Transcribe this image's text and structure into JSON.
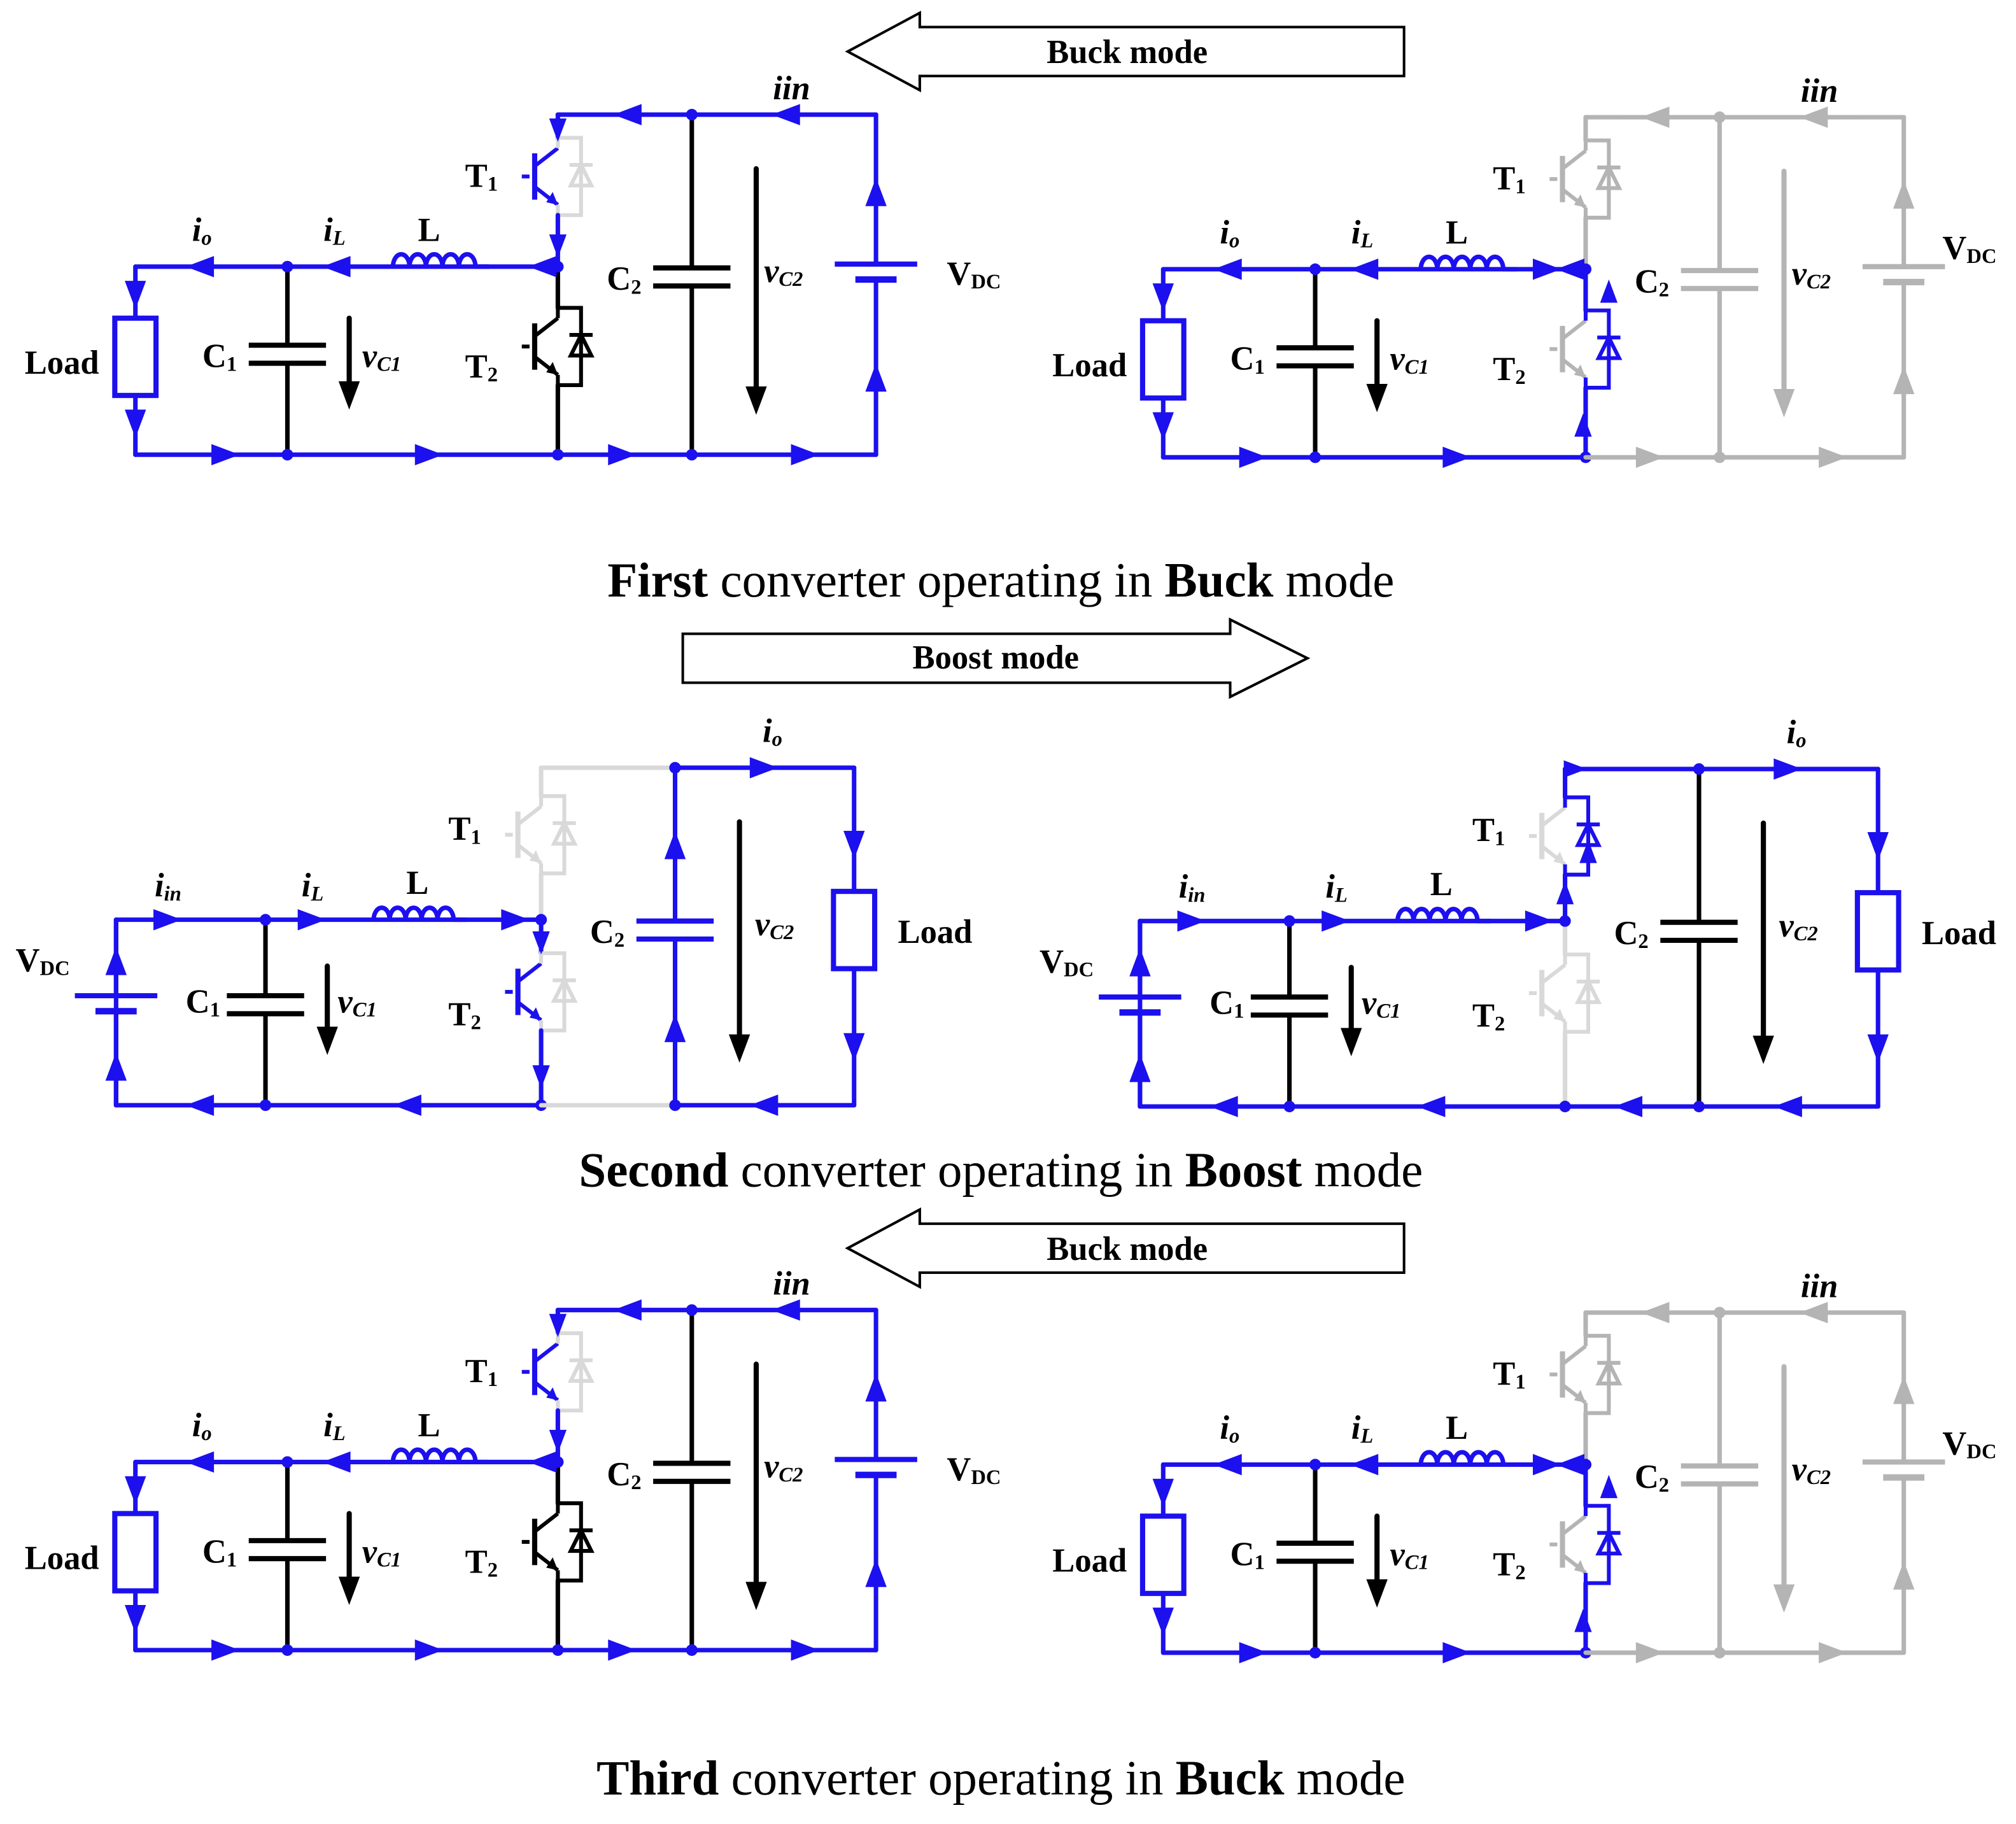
{
  "colors": {
    "active": "#1c10ee",
    "inactive": "#b4b4b4",
    "light": "#d9d9d9",
    "passive": "#000000"
  },
  "banners": [
    {
      "label": "Buck mode",
      "direction": "left"
    },
    {
      "label": "Boost mode",
      "direction": "right"
    },
    {
      "label": "Buck mode",
      "direction": "left"
    }
  ],
  "captions": [
    {
      "bold": "First",
      "mid": " converter operating in ",
      "bold2": "Buck",
      "tail": " mode"
    },
    {
      "bold": "Second",
      "mid": " converter operating in ",
      "bold2": "Boost",
      "tail": " mode"
    },
    {
      "bold": "Third",
      "mid": " converter operating in ",
      "bold2": "Buck",
      "tail": " mode"
    }
  ],
  "labels": {
    "load": "Load",
    "inductor": "L",
    "t1": "T",
    "t1_sub": "1",
    "t2": "T",
    "t2_sub": "2",
    "c1": "C",
    "c1_sub": "1",
    "c2": "C",
    "c2_sub": "2",
    "vdc": "V",
    "vdc_sub": "DC",
    "vc1": "v",
    "vc1_sub": "C1",
    "vc2": "v",
    "vc2_sub": "C2",
    "io": "i",
    "io_sub": "o",
    "il": "i",
    "il_sub": "L",
    "iin_buck": "iin",
    "iin": "i",
    "iin_sub": "in"
  },
  "panels": [
    {
      "row": 0,
      "side": "left",
      "mode": "buck",
      "state": "T1 on"
    },
    {
      "row": 0,
      "side": "right",
      "mode": "buck",
      "state": "freewheel"
    },
    {
      "row": 1,
      "side": "left",
      "mode": "boost",
      "state": "T2 on"
    },
    {
      "row": 1,
      "side": "right",
      "mode": "boost",
      "state": "T2 off"
    },
    {
      "row": 2,
      "side": "left",
      "mode": "buck",
      "state": "T1 on"
    },
    {
      "row": 2,
      "side": "right",
      "mode": "buck",
      "state": "freewheel"
    }
  ]
}
